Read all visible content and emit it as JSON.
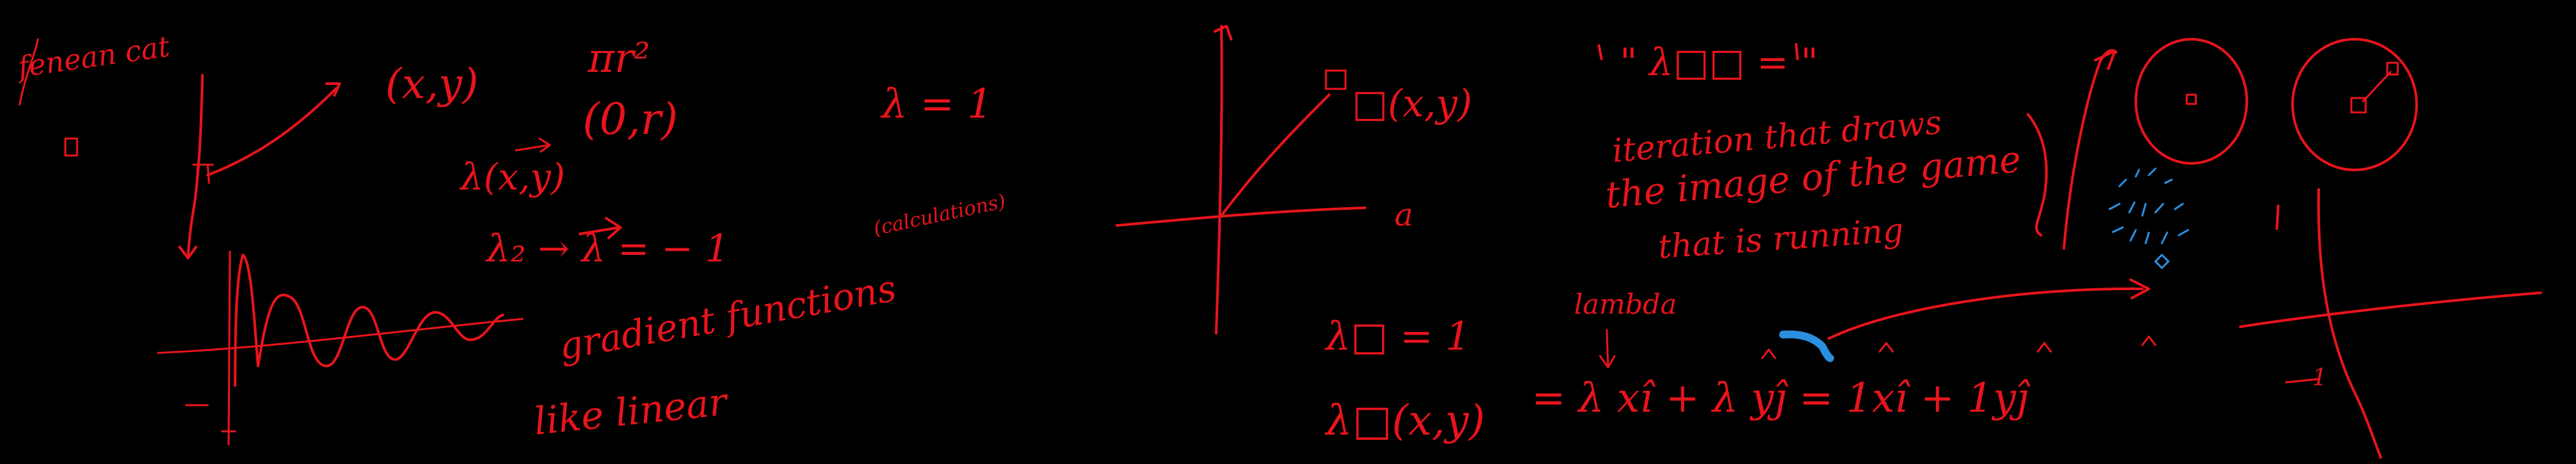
{
  "canvas": {
    "background": "#000000",
    "ink_colors": {
      "red": "#E8141C",
      "blue": "#2B8FE0"
    }
  },
  "handwriting": {
    "top_left_word": "fenean cat",
    "point_xy": "(x,y)",
    "pi_r2": "πr²",
    "zero_r": "(0,r)",
    "lambda_eq_top": "λ = 1",
    "lambda_xy": "λ(x,y)",
    "lambda_to_minus": "λ₂ → λ = − 1",
    "calculations_note": "(calculations)",
    "gradient_functions": "gradient functions",
    "like_linear": "like linear",
    "box_xy": "□(x,y)",
    "axis_label_a": "a",
    "lambda_box_quote": "\" λ□□ = \"",
    "iteration_line1": "iteration that draws",
    "iteration_line2": "the image of the game",
    "iteration_line3": "that is running",
    "lambda_eq_one": "λ□ = 1",
    "lambda_word": "lambda",
    "equation_lhs": "λ□(x,y)",
    "equation_rhs": "= λ xî + λ yĵ = 1xî + 1yĵ",
    "tick_one": "1"
  }
}
